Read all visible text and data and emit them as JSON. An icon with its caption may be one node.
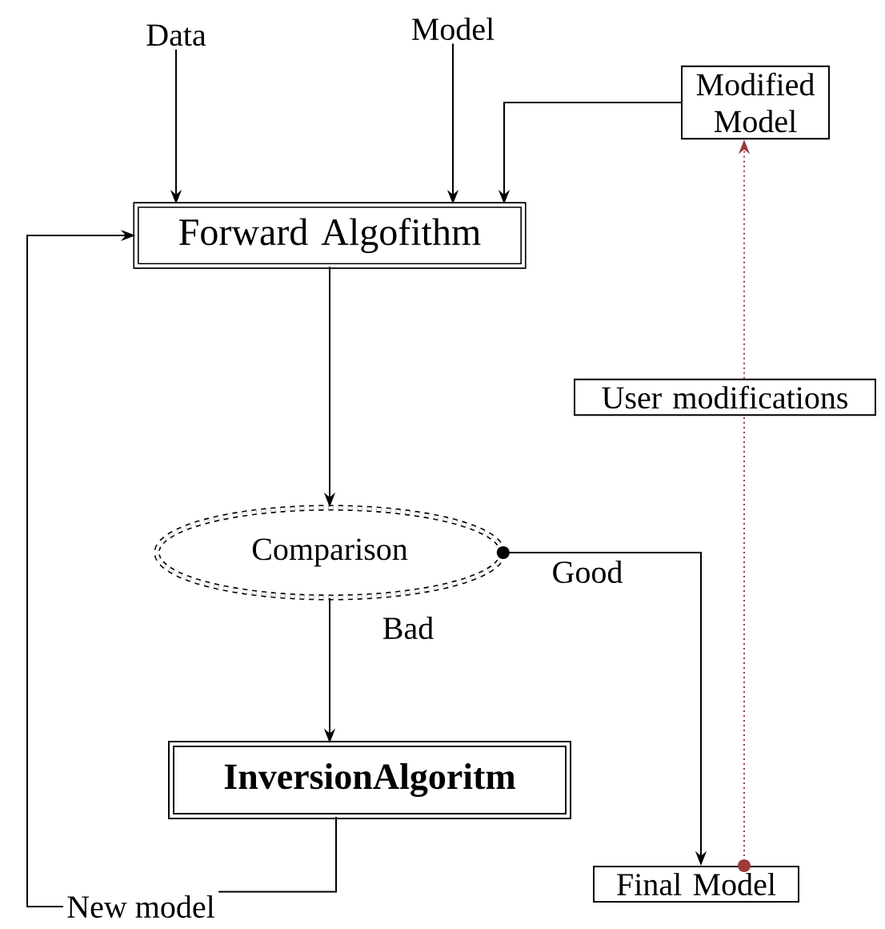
{
  "diagram": {
    "nodes": [
      {
        "text": [
          "Data"
        ]
      },
      {
        "text": [
          "Model"
        ]
      },
      {
        "text": [
          "Modified Model"
        ]
      },
      {
        "text": [
          "Forward Algofithm"
        ]
      },
      {
        "text": [
          "Comparison"
        ]
      },
      {
        "text": [
          "InversionAlgoritm"
        ]
      },
      {
        "text": [
          "Final Model"
        ]
      },
      {
        "text": [
          "User modifications"
        ]
      },
      {
        "text": [
          "New model"
        ]
      }
    ],
    "edges": [
      {
        "from": 0,
        "to": 3,
        "arrow": "to"
      },
      {
        "from": 1,
        "to": 3,
        "arrow": "to"
      },
      {
        "from": 2,
        "to": 3,
        "arrow": "to"
      },
      {
        "from": 3,
        "to": 4,
        "arrow": "to"
      },
      {
        "from": 4,
        "to": 6,
        "arrow": "to",
        "label": "Good"
      },
      {
        "from": 4,
        "to": 5,
        "arrow": "to",
        "label": "Bad"
      },
      {
        "from": 5,
        "to": 8,
        "arrow": "none"
      },
      {
        "from": 8,
        "to": 3,
        "arrow": "to"
      },
      {
        "from": 6,
        "to": 7,
        "arrow": "other",
        "style": "dashed",
        "color": "#9b3b3b"
      },
      {
        "from": 7,
        "to": 2,
        "arrow": "to",
        "style": "dashed",
        "color": "#9b3b3b"
      }
    ]
  }
}
